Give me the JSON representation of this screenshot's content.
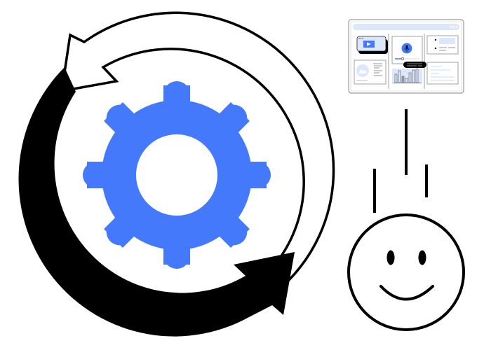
{
  "illustration": {
    "title": "Settings update cycle with satisfied user",
    "colors": {
      "accent": "#4479FB",
      "ink": "#000000",
      "background": "#FFFFFF",
      "panel_tint": "#DCE7FD",
      "panel_border": "#8A8A8A"
    },
    "elements": {
      "gear": {
        "label": "Gear / settings icon",
        "color": "#4479FB",
        "teeth": 8
      },
      "cycle_arrows": {
        "label": "Circular refresh arrows",
        "arrows": [
          "black filled arrow (clockwise)",
          "white outlined arrow (counter-clockwise)"
        ]
      },
      "dashboard": {
        "label": "Dashboard window mockup",
        "panels": [
          "video player",
          "image with text",
          "microphone with slider",
          "bar chart",
          "bulleted list",
          "text block"
        ],
        "bars": [
          0.55,
          0.8,
          0.4,
          0.3,
          0.65,
          0.85,
          1.0
        ]
      },
      "motion_lines": {
        "label": "Falling motion lines",
        "count": 3
      },
      "smiley": {
        "label": "Smiling face"
      }
    }
  }
}
